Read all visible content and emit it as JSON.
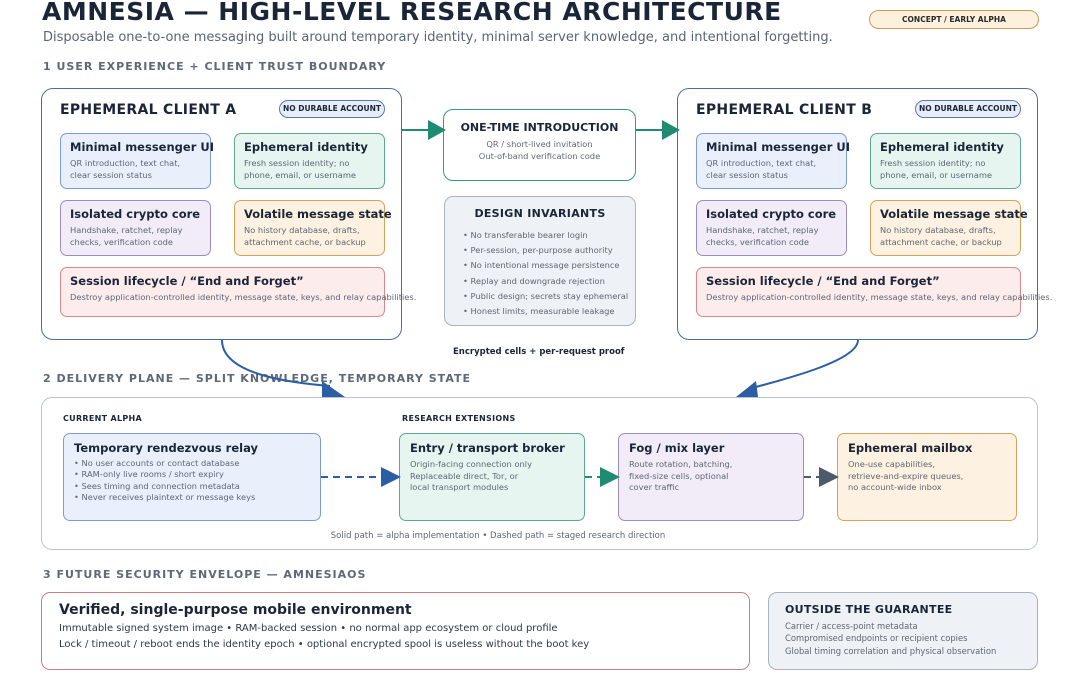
{
  "header": {
    "title": "AMNESIA — HIGH-LEVEL RESEARCH ARCHITECTURE",
    "subtitle": "Disposable one-to-one messaging built around temporary identity, minimal server knowledge, and intentional forgetting.",
    "badge": "CONCEPT / EARLY ALPHA"
  },
  "sections": {
    "s1": "1 USER EXPERIENCE + CLIENT TRUST BOUNDARY",
    "s2": "2 DELIVERY PLANE — SPLIT KNOWLEDGE, TEMPORARY STATE",
    "s3": "3 FUTURE SECURITY ENVELOPE — AMNESIAOS"
  },
  "client_a": {
    "title": "EPHEMERAL CLIENT A",
    "pill": "NO DURABLE ACCOUNT",
    "cards": [
      {
        "title": "Minimal messenger UI",
        "desc": "QR introduction, text chat, clear session status"
      },
      {
        "title": "Ephemeral identity",
        "desc": "Fresh session identity; no phone, email, or username"
      },
      {
        "title": "Isolated crypto core",
        "desc": "Handshake, ratchet, replay checks, verification code"
      },
      {
        "title": "Volatile message state",
        "desc": "No history database, drafts, attachment cache, or backup"
      },
      {
        "title": "Session lifecycle / “End and Forget”",
        "desc": "Destroy application-controlled identity, message state, keys, and relay capabilities."
      }
    ]
  },
  "client_b": {
    "title": "EPHEMERAL CLIENT B",
    "pill": "NO DURABLE ACCOUNT",
    "cards": [
      {
        "title": "Minimal messenger UI",
        "desc": "QR introduction, text chat, clear session status"
      },
      {
        "title": "Ephemeral identity",
        "desc": "Fresh session identity; no phone, email, or username"
      },
      {
        "title": "Isolated crypto core",
        "desc": "Handshake, ratchet, replay checks, verification code"
      },
      {
        "title": "Volatile message state",
        "desc": "No history database, drafts, attachment cache, or backup"
      },
      {
        "title": "Session lifecycle / “End and Forget”",
        "desc": "Destroy application-controlled identity, message state, keys, and relay capabilities."
      }
    ]
  },
  "intro": {
    "title": "ONE-TIME INTRODUCTION",
    "line1": "QR / short-lived invitation",
    "line2": "Out-of-band verification code"
  },
  "invariants": {
    "title": "DESIGN INVARIANTS",
    "items": [
      "• No transferable bearer login",
      "• Per-session, per-purpose authority",
      "• No intentional message persistence",
      "• Replay and downgrade rejection",
      "• Public design; secrets stay ephemeral",
      "• Honest limits, measurable leakage"
    ]
  },
  "flow_label": "Encrypted cells + per-request proof",
  "delivery": {
    "current_label": "CURRENT ALPHA",
    "research_label": "RESEARCH EXTENSIONS",
    "relay": {
      "title": "Temporary rendezvous relay",
      "items": [
        "• No user accounts or contact database",
        "• RAM-only live rooms / short expiry",
        "• Sees timing and connection metadata",
        "• Never receives plaintext or message keys"
      ]
    },
    "entry": {
      "title": "Entry / transport broker",
      "desc": [
        "Origin-facing connection only",
        "Replaceable direct, Tor, or",
        "local transport modules"
      ]
    },
    "fog": {
      "title": "Fog / mix layer",
      "desc": [
        "Route rotation, batching,",
        "fixed-size cells, optional",
        "cover traffic"
      ]
    },
    "mailbox": {
      "title": "Ephemeral mailbox",
      "desc": [
        "One-use capabilities,",
        "retrieve-and-expire queues,",
        "no account-wide inbox"
      ]
    },
    "caption": "Solid path = alpha implementation • Dashed path = staged research direction"
  },
  "future": {
    "title": "Verified, single-purpose mobile environment",
    "line1": "Immutable signed system image • RAM-backed session • no normal app ecosystem or cloud profile",
    "line2": "Lock / timeout / reboot ends the identity epoch • optional encrypted spool is useless without the boot key"
  },
  "outside": {
    "title": "OUTSIDE THE GUARANTEE",
    "items": [
      "Carrier / access-point metadata",
      "Compromised endpoints or recipient copies",
      "Global timing correlation and physical observation"
    ]
  },
  "colors": {
    "blue_arrow": "#2c5ea3",
    "green_arrow": "#1f8b72",
    "gray_arrow": "#4d5a6c"
  }
}
